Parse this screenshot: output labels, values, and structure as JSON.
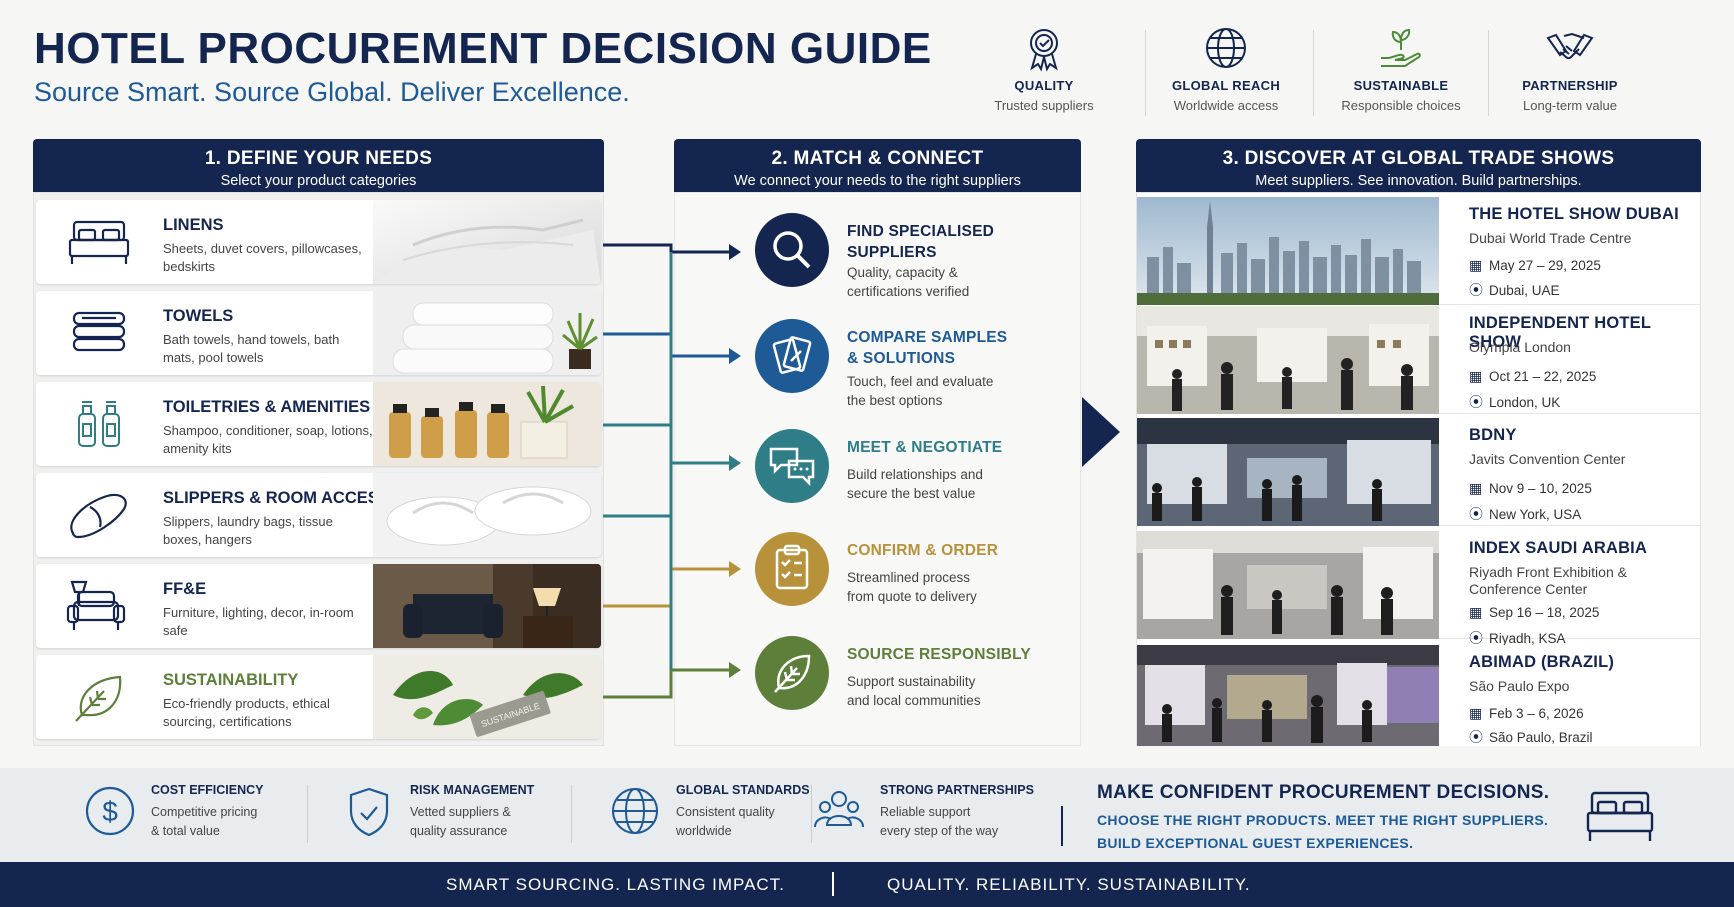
{
  "header": {
    "title": "HOTEL PROCUREMENT DECISION GUIDE",
    "subtitle": "Source Smart. Source Global. Deliver Excellence.",
    "badges": [
      {
        "title": "QUALITY",
        "sub": "Trusted suppliers",
        "icon": "ribbon-badge-icon"
      },
      {
        "title": "GLOBAL REACH",
        "sub": "Worldwide access",
        "icon": "globe-icon"
      },
      {
        "title": "SUSTAINABLE",
        "sub": "Responsible choices",
        "icon": "hand-plant-icon"
      },
      {
        "title": "PARTNERSHIP",
        "sub": "Long-term value",
        "icon": "handshake-icon"
      }
    ]
  },
  "col1": {
    "title": "1. DEFINE YOUR NEEDS",
    "sub": "Select your product categories",
    "items": [
      {
        "name": "LINENS",
        "desc": "Sheets, duvet covers, pillowcases, bedskirts",
        "icon": "bed-icon"
      },
      {
        "name": "TOWELS",
        "desc": "Bath towels, hand towels, bath mats, pool towels",
        "icon": "towel-stack-icon"
      },
      {
        "name": "TOILETRIES & AMENITIES",
        "desc": "Shampoo, conditioner, soap, lotions, amenity kits",
        "icon": "bottles-icon"
      },
      {
        "name": "SLIPPERS & ROOM ACCESSORIES",
        "desc": "Slippers, laundry bags, tissue boxes, hangers",
        "icon": "slipper-icon"
      },
      {
        "name": "FF&E",
        "desc": "Furniture, lighting, decor, in-room safe",
        "icon": "armchair-lamp-icon"
      },
      {
        "name": "SUSTAINABILITY",
        "desc": "Eco-friendly products, ethical sourcing, certifications",
        "icon": "leaf-icon",
        "tag": "SUSTAINABLE"
      }
    ]
  },
  "col2": {
    "title": "2. MATCH & CONNECT",
    "sub": "We connect your needs to the right suppliers",
    "steps": [
      {
        "name1": "FIND SPECIALISED",
        "name2": "SUPPLIERS",
        "d1": "Quality, capacity &",
        "d2": "certifications verified",
        "color": "#14254f",
        "icon": "magnifier-icon"
      },
      {
        "name1": "COMPARE SAMPLES",
        "name2": "& SOLUTIONS",
        "d1": "Touch, feel and evaluate",
        "d2": "the best options",
        "color": "#1d5a96",
        "icon": "swatches-icon"
      },
      {
        "name1": "MEET & NEGOTIATE",
        "name2": "",
        "d1": "Build relationships and",
        "d2": "secure the best value",
        "color": "#2f7d86",
        "icon": "chat-bubbles-icon"
      },
      {
        "name1": "CONFIRM & ORDER",
        "name2": "",
        "d1": "Streamlined process",
        "d2": "from quote to delivery",
        "color": "#b8923a",
        "icon": "clipboard-check-icon"
      },
      {
        "name1": "SOURCE RESPONSIBLY",
        "name2": "",
        "d1": "Support sustainability",
        "d2": "and local communities",
        "color": "#5e7f3a",
        "icon": "leaf-circle-icon"
      }
    ]
  },
  "col3": {
    "title": "3. DISCOVER AT GLOBAL TRADE SHOWS",
    "sub": "Meet suppliers. See innovation. Build partnerships.",
    "shows": [
      {
        "name": "THE HOTEL SHOW DUBAI",
        "venue": "Dubai World Trade Centre",
        "date": "May 27 – 29, 2025",
        "place": "Dubai, UAE"
      },
      {
        "name": "INDEPENDENT HOTEL SHOW",
        "venue": "Olympia London",
        "date": "Oct 21 – 22, 2025",
        "place": "London, UK"
      },
      {
        "name": "BDNY",
        "venue": "Javits Convention Center",
        "date": "Nov 9 – 10, 2025",
        "place": "New York, USA"
      },
      {
        "name": "INDEX SAUDI ARABIA",
        "venue": "Riyadh Front Exhibition & Conference Center",
        "date": "Sep 16 – 18, 2025",
        "place": "Riyadh, KSA"
      },
      {
        "name": "ABIMAD (BRAZIL)",
        "venue": "São Paulo Expo",
        "date": "Feb 3 – 6, 2026",
        "place": "São Paulo, Brazil"
      }
    ]
  },
  "benefits": [
    {
      "title": "COST EFFICIENCY",
      "l1": "Competitive pricing",
      "l2": "& total value",
      "icon": "dollar-icon"
    },
    {
      "title": "RISK MANAGEMENT",
      "l1": "Vetted suppliers &",
      "l2": "quality assurance",
      "icon": "shield-check-icon"
    },
    {
      "title": "GLOBAL STANDARDS",
      "l1": "Consistent quality",
      "l2": "worldwide",
      "icon": "globe-icon"
    },
    {
      "title": "STRONG PARTNERSHIPS",
      "l1": "Reliable support",
      "l2": "every step of the way",
      "icon": "people-icon"
    }
  ],
  "cta": {
    "title": "MAKE CONFIDENT PROCUREMENT DECISIONS.",
    "line1": "CHOOSE THE RIGHT PRODUCTS. MEET THE RIGHT SUPPLIERS.",
    "line2": "BUILD EXCEPTIONAL GUEST EXPERIENCES."
  },
  "footer": {
    "left": "SMART SOURCING. LASTING IMPACT.",
    "right": "QUALITY. RELIABILITY. SUSTAINABILITY."
  }
}
